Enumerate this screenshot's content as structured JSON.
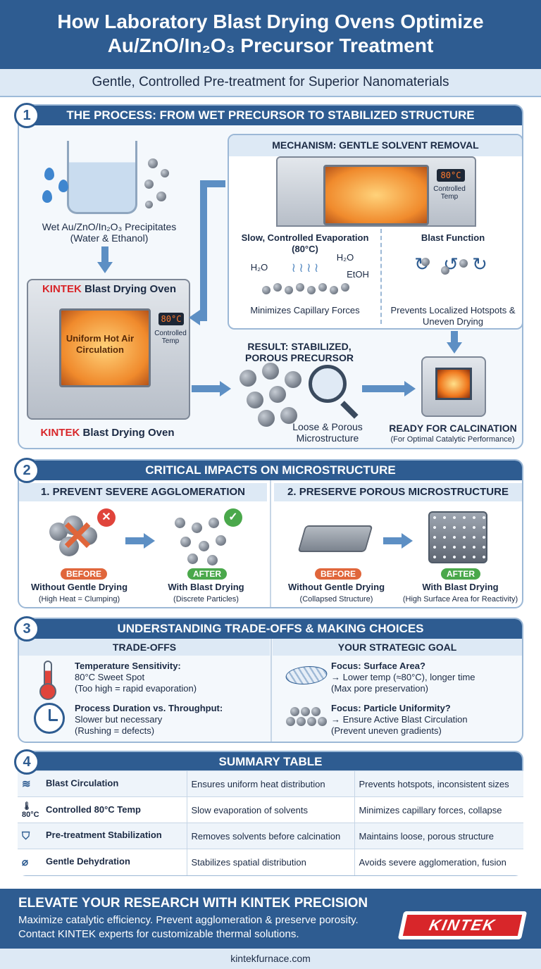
{
  "header": {
    "title_line1": "How Laboratory Blast Drying Ovens Optimize",
    "title_line2": "Au/ZnO/In₂O₃ Precursor Treatment",
    "subtitle": "Gentle, Controlled Pre-treatment for Superior Nanomaterials"
  },
  "section1": {
    "number": "1",
    "title": "THE PROCESS: FROM WET PRECURSOR TO STABILIZED STRUCTURE",
    "precipitate_label": "Wet Au/ZnO/In₂O₃ Precipitates",
    "precipitate_sub": "(Water & Ethanol)",
    "oven_brand": "KINTEK",
    "oven_label": "Blast Drying Oven",
    "oven_display": "80°C",
    "controlled_temp": "Controlled Temp",
    "hot_air": "Uniform Hot Air Circulation",
    "mechanism_title": "MECHANISM: GENTLE SOLVENT REMOVAL",
    "mechanism_display": "80°C",
    "mechanism_controlled_temp": "Controlled Temp",
    "evap_title": "Slow, Controlled Evaporation (80°C)",
    "h2o_a": "H₂O",
    "h2o_b": "H₂O",
    "etoh": "EtOH",
    "evap_caption": "Minimizes Capillary Forces",
    "blast_title": "Blast Function",
    "blast_caption": "Prevents Localized Hotspots & Uneven Drying",
    "result_title": "RESULT: STABILIZED, POROUS PRECURSOR",
    "micro_label": "Loose & Porous Microstructure",
    "calc_title": "READY FOR CALCINATION",
    "calc_sub": "(For Optimal Catalytic Performance)"
  },
  "section2": {
    "number": "2",
    "title": "CRITICAL IMPACTS ON MICROSTRUCTURE",
    "left": {
      "title": "1. PREVENT SEVERE AGGLOMERATION",
      "before": "BEFORE",
      "after": "AFTER",
      "before_label": "Without Gentle Drying",
      "before_sub": "(High Heat = Clumping)",
      "after_label": "With Blast Drying",
      "after_sub": "(Discrete Particles)"
    },
    "right": {
      "title": "2. PRESERVE POROUS MICROSTRUCTURE",
      "before": "BEFORE",
      "after": "AFTER",
      "before_label": "Without Gentle Drying",
      "before_sub": "(Collapsed Structure)",
      "after_label": "With Blast Drying",
      "after_sub": "(High Surface Area for Reactivity)"
    }
  },
  "section3": {
    "number": "3",
    "title": "UNDERSTANDING TRADE-OFFS & MAKING CHOICES",
    "tradeoffs_title": "TRADE-OFFS",
    "goal_title": "YOUR STRATEGIC GOAL",
    "t1_title": "Temperature Sensitivity:",
    "t1_line1": "80°C Sweet Spot",
    "t1_line2": "(Too high = rapid evaporation)",
    "t2_title": "Process Duration vs. Throughput:",
    "t2_line1": "Slower but necessary",
    "t2_line2": "(Rushing = defects)",
    "g1_title": "Focus: Surface Area?",
    "g1_line1": "→ Lower temp (≈80°C), longer time",
    "g1_line2": "(Max pore preservation)",
    "g2_title": "Focus: Particle Uniformity?",
    "g2_line1": "→ Ensure Active Blast Circulation",
    "g2_line2": "(Prevent uneven gradients)"
  },
  "section4": {
    "number": "4",
    "title": "SUMMARY TABLE",
    "rows": [
      {
        "icon": "≋",
        "feature": "Blast Circulation",
        "function": "Ensures uniform heat distribution",
        "benefit": "Prevents hotspots, inconsistent sizes"
      },
      {
        "icon": "🌡80°C",
        "feature": "Controlled 80°C Temp",
        "function": "Slow evaporation of solvents",
        "benefit": "Minimizes capillary forces, collapse"
      },
      {
        "icon": "⛉",
        "feature": "Pre-treatment Stabilization",
        "function": "Removes solvents before calcination",
        "benefit": "Maintains loose, porous structure"
      },
      {
        "icon": "⌀",
        "feature": "Gentle Dehydration",
        "function": "Stabilizes spatial distribution",
        "benefit": "Avoids severe agglomeration, fusion"
      }
    ]
  },
  "footer": {
    "headline": "ELEVATE YOUR RESEARCH WITH KINTEK PRECISION",
    "line1": "Maximize catalytic efficiency. Prevent agglomeration & preserve porosity.",
    "line2": "Contact KINTEK experts for customizable thermal solutions.",
    "logo": "KINTEK",
    "url": "kintekfurnace.com"
  }
}
